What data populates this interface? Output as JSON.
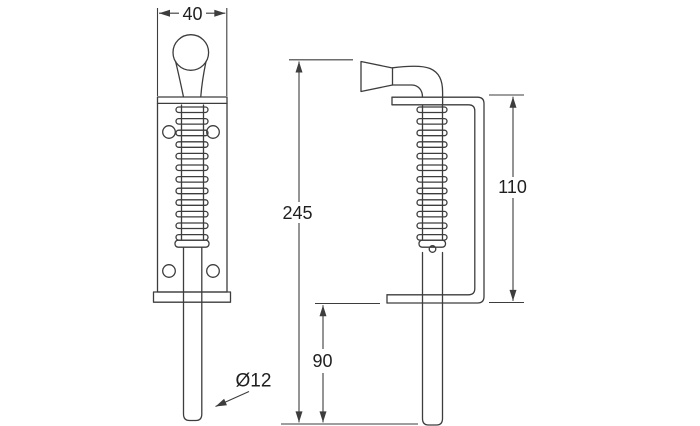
{
  "drawing": {
    "colors": {
      "line": "#3d3d3d",
      "text": "#1f1f1f",
      "background": "#ffffff"
    },
    "dimensions": {
      "plate_width": "40",
      "overall_height": "245",
      "bracket_height": "110",
      "bolt_protrusion": "90",
      "bolt_diameter": "Ø12"
    }
  }
}
